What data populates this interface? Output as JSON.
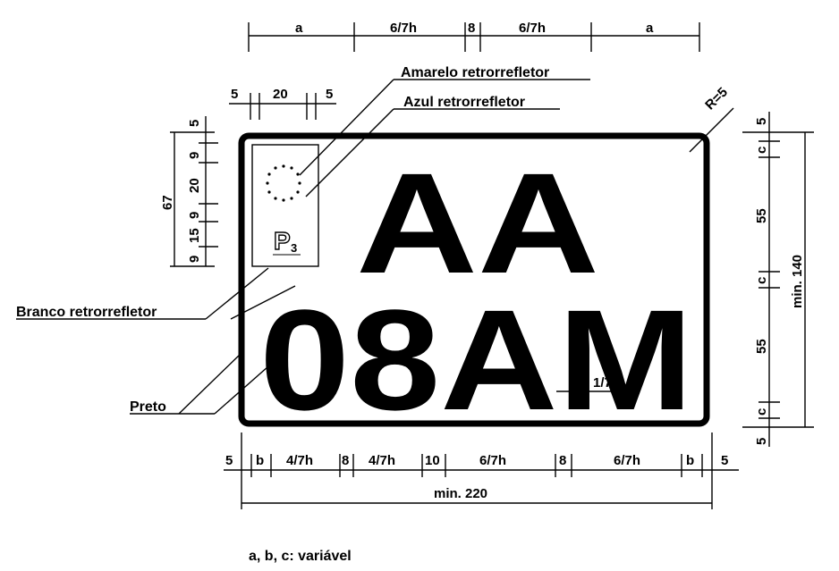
{
  "plate": {
    "line1": "AA",
    "line2": "08AM",
    "p_letter": "P"
  },
  "labels": {
    "amarelo": "Amarelo retrorrefletor",
    "azul": "Azul retrorrefletor",
    "branco": "Branco retrorrefletor",
    "preto": "Preto",
    "legend": "a, b, c: variável",
    "radius": "R=5"
  },
  "top_dims": [
    "a",
    "6/7h",
    "8",
    "6/7h",
    "a"
  ],
  "left_dims": {
    "small_top": [
      "5",
      "20",
      "5"
    ],
    "vertical": [
      "5",
      "9",
      "20",
      "9",
      "15",
      "9"
    ],
    "total": "67",
    "p_offset": "3"
  },
  "right_dims": {
    "vertical": [
      "5",
      "c",
      "55",
      "c",
      "55",
      "c",
      "5"
    ],
    "total": "min. 140"
  },
  "bottom_dims": {
    "segments": [
      "5",
      "b",
      "4/7h",
      "8",
      "4/7h",
      "10",
      "6/7h",
      "8",
      "6/7h",
      "b",
      "5"
    ],
    "total": "min. 220"
  },
  "stroke_label": "1/7h"
}
